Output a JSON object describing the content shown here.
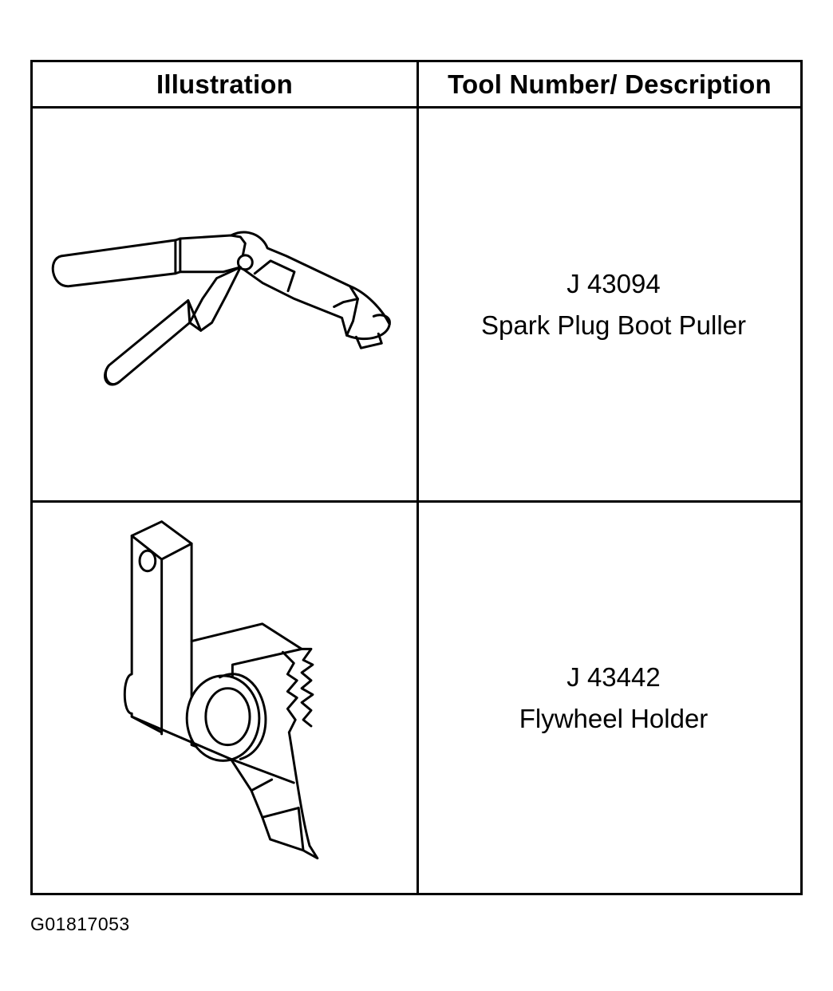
{
  "table": {
    "headers": {
      "illustration": "Illustration",
      "description": "Tool Number/ Description"
    },
    "rows": [
      {
        "tool_number": "J 43094",
        "tool_name": "Spark Plug Boot Puller",
        "illustration_icon": "spark-plug-boot-puller-icon"
      },
      {
        "tool_number": "J 43442",
        "tool_name": "Flywheel Holder",
        "illustration_icon": "flywheel-holder-icon"
      }
    ]
  },
  "figure_code": "G01817053"
}
